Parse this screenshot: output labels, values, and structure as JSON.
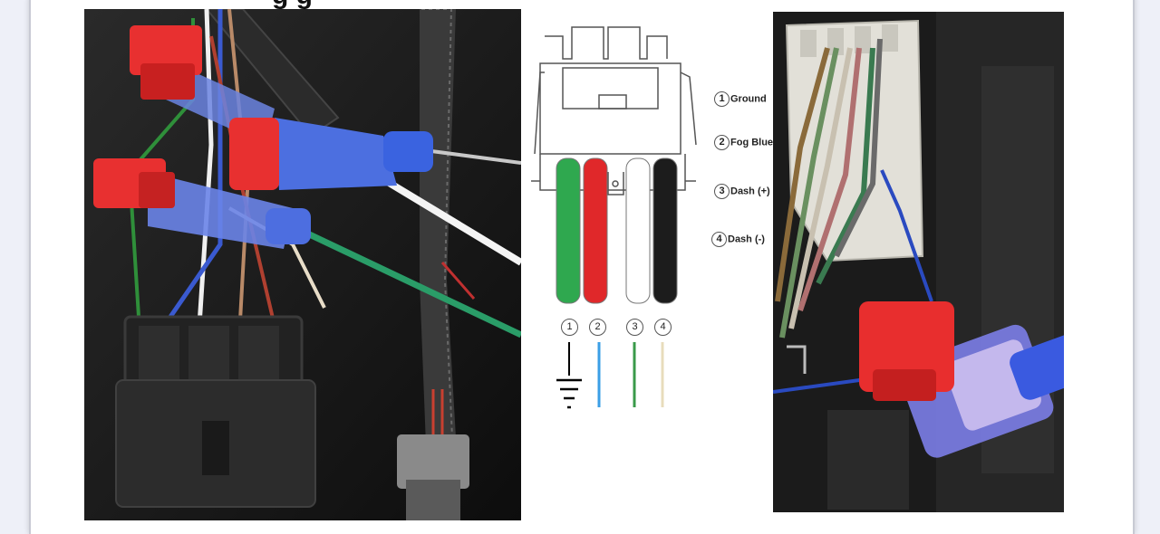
{
  "header": {
    "title_fragment": "g        g"
  },
  "legend": [
    {
      "num": "1",
      "label": "Ground"
    },
    {
      "num": "2",
      "label": "Fog Blue"
    },
    {
      "num": "3",
      "label": "Dash (+)"
    },
    {
      "num": "4",
      "label": "Dash (-)"
    }
  ],
  "wire_numbers": [
    "1",
    "2",
    "3",
    "4"
  ],
  "colors": {
    "green": "#2fa84f",
    "red": "#e0282a",
    "white": "#ffffff",
    "black": "#1c1c1c",
    "line_blue": "#3b9fe6",
    "line_green": "#3a9a4a",
    "line_tan": "#e8dcbc"
  },
  "icons": [
    "ground-icon"
  ]
}
